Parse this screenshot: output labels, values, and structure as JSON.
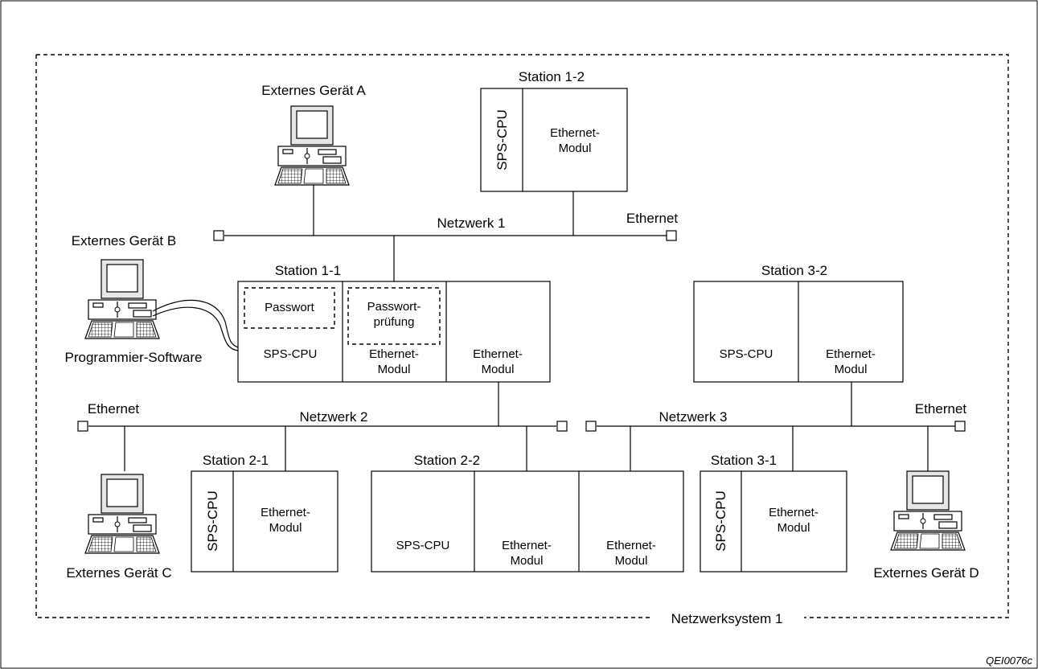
{
  "system": {
    "label": "Netzwerksystem 1",
    "ref_code": "QEI0076c"
  },
  "networks": [
    {
      "id": "n1",
      "label": "Netzwerk 1",
      "medium": "Ethernet"
    },
    {
      "id": "n2",
      "label": "Netzwerk 2",
      "medium": "Ethernet"
    },
    {
      "id": "n3",
      "label": "Netzwerk 3",
      "medium": "Ethernet"
    }
  ],
  "devices": {
    "a": "Externes Gerät A",
    "b": "Externes Gerät B",
    "b_note": "Programmier-Software",
    "c": "Externes Gerät C",
    "d": "Externes Gerät D"
  },
  "stations": {
    "s12": {
      "title": "Station 1-2",
      "cpu": "SPS-CPU",
      "eth": [
        "Ethernet-",
        "Modul"
      ]
    },
    "s11": {
      "title": "Station 1-1",
      "password": "Passwort",
      "pw_check": [
        "Passwort-",
        "prüfung"
      ],
      "cpu": "SPS-CPU",
      "eth1": [
        "Ethernet-",
        "Modul"
      ],
      "eth2": [
        "Ethernet-",
        "Modul"
      ]
    },
    "s32": {
      "title": "Station 3-2",
      "cpu": "SPS-CPU",
      "eth": [
        "Ethernet-",
        "Modul"
      ]
    },
    "s21": {
      "title": "Station 2-1",
      "cpu": "SPS-CPU",
      "eth": [
        "Ethernet-",
        "Modul"
      ]
    },
    "s22": {
      "title": "Station 2-2",
      "cpu": "SPS-CPU",
      "eth1": [
        "Ethernet-",
        "Modul"
      ],
      "eth2": [
        "Ethernet-",
        "Modul"
      ]
    },
    "s31": {
      "title": "Station 3-1",
      "cpu": "SPS-CPU",
      "eth": [
        "Ethernet-",
        "Modul"
      ]
    }
  }
}
